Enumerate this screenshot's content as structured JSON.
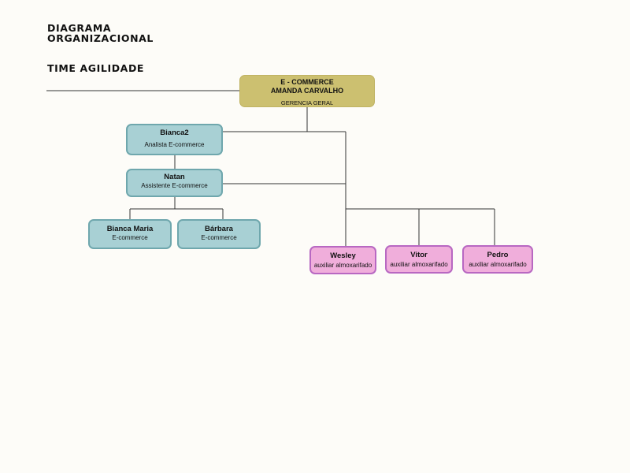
{
  "title_lines": [
    "DIAGRAMA",
    "ORGANIZACIONAL"
  ],
  "subtitle": "TIME AGILIDADE",
  "nodes": {
    "root": {
      "line1": "E - COMMERCE",
      "line2": "AMANDA CARVALHO",
      "role": "GERENCIA GERAL"
    },
    "bianca2": {
      "name": "Bianca2",
      "role": "Analista E-commerce"
    },
    "natan": {
      "name": "Natan",
      "role": "Assistente E-commerce"
    },
    "bianca_maria": {
      "name": "Bianca Maria",
      "role": "E-commerce"
    },
    "barbara": {
      "name": "Bárbara",
      "role": "E-commerce"
    },
    "wesley": {
      "name": "Wesley",
      "role": "auxiliar almoxarifado"
    },
    "vitor": {
      "name": "Vitor",
      "role": "auxiliar almoxarifado"
    },
    "pedro": {
      "name": "Pedro",
      "role": "auxiliar almoxarifado"
    }
  },
  "colors": {
    "root_fill": "#ccc070",
    "team_fill": "#a8d0d4",
    "team_border": "#6fa7ad",
    "warehouse_fill": "#f0aedb",
    "warehouse_border": "#b868c2",
    "connector": "#333333"
  }
}
